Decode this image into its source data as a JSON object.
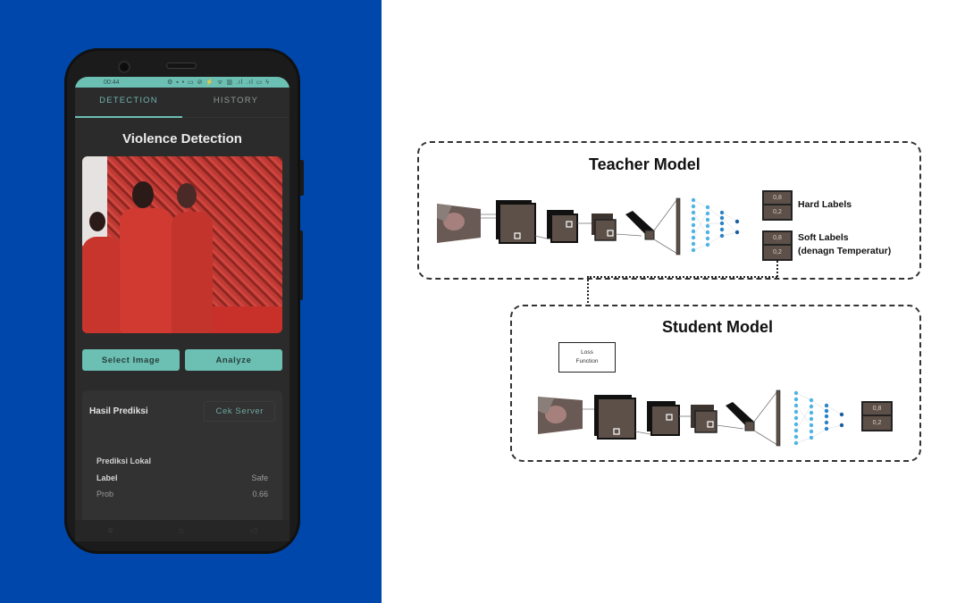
{
  "phone": {
    "status_bar": {
      "time": "00:44",
      "icons": "⚙ ▪ • ▭ ⊘ ⚡ ᯤ ▥ .ıl .ıl ▭ ϟ"
    },
    "tabs": [
      {
        "label": "DETECTION",
        "active": true
      },
      {
        "label": "HISTORY",
        "active": false
      }
    ],
    "app_title": "Violence Detection",
    "buttons": {
      "select_image": "Select Image",
      "analyze": "Analyze"
    },
    "result_card": {
      "title": "Hasil Prediksi",
      "cek_server_label": "Cek Server",
      "local": {
        "title": "Prediksi Lokal",
        "rows": [
          {
            "key": "Label",
            "value": "Safe"
          },
          {
            "key": "Prob",
            "value": "0.66"
          }
        ]
      }
    },
    "nav": {
      "menu": "≡",
      "home": "⌂",
      "back": "◁"
    }
  },
  "diagram": {
    "teacher": {
      "title": "Teacher Model",
      "hard_labels": {
        "text": "Hard Labels",
        "values": [
          "0,8",
          "0,2"
        ]
      },
      "soft_labels": {
        "line1": "Soft Labels",
        "line2": "(denagn Temperatur)",
        "values": [
          "0,8",
          "0,2"
        ]
      }
    },
    "student": {
      "title": "Student Model",
      "outputs": [
        "0,8",
        "0,2"
      ]
    },
    "loss": {
      "line1": "Loss",
      "line2": "Function"
    }
  },
  "colors": {
    "background_blue": "#0047ab",
    "accent_teal": "#6cbfb3",
    "phone_screen": "#2b2b2b",
    "layer_brown": "#5d5049",
    "node_light": "#4fb3e3",
    "node_dark": "#1a6fb5"
  }
}
